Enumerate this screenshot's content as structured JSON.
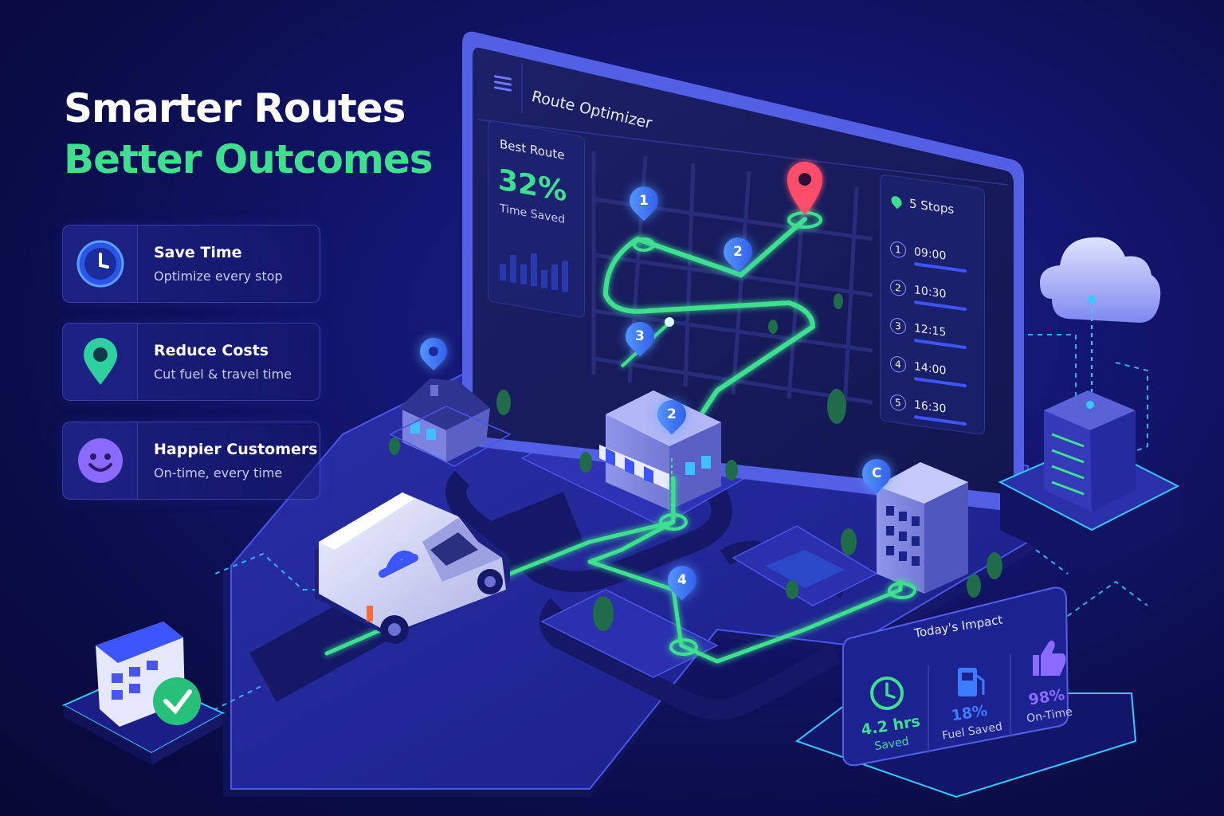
{
  "headline": {
    "line1": "Smarter Routes",
    "line2": "Better Outcomes"
  },
  "features": [
    {
      "title": "Save Time",
      "subtitle": "Optimize every stop",
      "icon": "clock-icon"
    },
    {
      "title": "Reduce Costs",
      "subtitle": "Cut fuel & travel time",
      "icon": "map-pin-icon"
    },
    {
      "title": "Happier Customers",
      "subtitle": "On-time, every time",
      "icon": "smiley-icon"
    }
  ],
  "dashboard": {
    "title": "Route Optimizer",
    "best_route": {
      "label": "Best Route",
      "value": "32%",
      "caption": "Time Saved",
      "bars": [
        0.45,
        0.75,
        0.55,
        0.9,
        0.5,
        0.7,
        0.85
      ]
    },
    "stops_header": "5 Stops",
    "stops": [
      {
        "num": "1",
        "time": "09:00"
      },
      {
        "num": "2",
        "time": "10:30"
      },
      {
        "num": "3",
        "time": "12:15"
      },
      {
        "num": "4",
        "time": "14:00"
      },
      {
        "num": "5",
        "time": "16:30"
      }
    ],
    "map_pins": [
      "1",
      "2",
      "3"
    ]
  },
  "city_pins": [
    "2",
    "C",
    "4"
  ],
  "impact": {
    "title": "Today's Impact",
    "items": [
      {
        "value": "4.2 hrs",
        "label": "Saved",
        "icon": "clock-icon"
      },
      {
        "value": "18%",
        "label": "Fuel Saved",
        "icon": "fuel-pump-icon"
      },
      {
        "value": "98%",
        "label": "On-Time",
        "icon": "thumbs-up-icon"
      }
    ]
  },
  "colors": {
    "green": "#3ee08f",
    "blue": "#3d7bff",
    "red": "#ff4d6a",
    "purple": "#8b6bff"
  }
}
